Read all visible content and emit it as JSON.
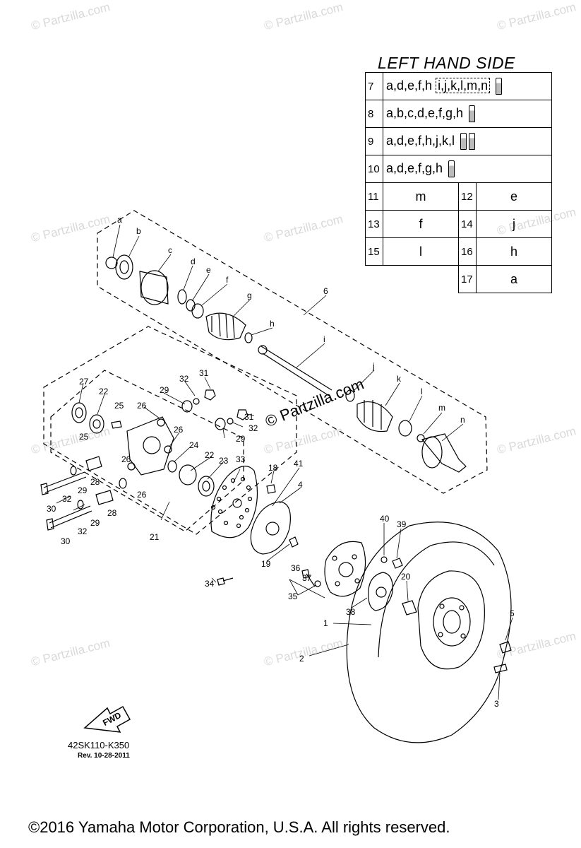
{
  "watermarks": [
    "© Partzilla.com",
    "© Partzilla.com",
    "© Partzilla.com",
    "© Partzilla.com",
    "© Partzilla.com",
    "© Partzilla.com",
    "© Partzilla.com",
    "© Partzilla.com",
    "© Partzilla.com",
    "© Partzilla.com",
    "© Partzilla.com",
    "© Partzilla.com"
  ],
  "center_watermark": "© Partzilla.com",
  "legend": {
    "title": "LEFT HAND SIDE",
    "rows": [
      {
        "num": "7",
        "parts": "a,d,e,f,h",
        "boxed": "i,j,k,l,m,n",
        "tubes": 1
      },
      {
        "num": "8",
        "parts": "a,b,c,d,e,f,g,h",
        "tubes": 1
      },
      {
        "num": "9",
        "parts": "a,d,e,f,h,j,k,l",
        "tubes": 2
      },
      {
        "num": "10",
        "parts": "a,d,e,f,g,h",
        "tubes": 1
      }
    ],
    "pairs": [
      {
        "n1": "11",
        "v1": "m",
        "n2": "12",
        "v2": "e"
      },
      {
        "n1": "13",
        "v1": "f",
        "n2": "14",
        "v2": "j"
      },
      {
        "n1": "15",
        "v1": "l",
        "n2": "16",
        "v2": "h"
      }
    ],
    "last": {
      "num": "17",
      "val": "a"
    }
  },
  "callouts": {
    "a": "a",
    "b": "b",
    "c": "c",
    "d": "d",
    "e": "e",
    "f": "f",
    "g": "g",
    "h": "h",
    "i": "i",
    "j": "j",
    "k": "k",
    "l": "l",
    "m": "m",
    "n": "n",
    "p1": "1",
    "p2": "2",
    "p3": "3",
    "p4": "4",
    "p5": "5",
    "p6": "6",
    "p18": "18",
    "p19": "19",
    "p20": "20",
    "p21": "21",
    "p22a": "22",
    "p22b": "22",
    "p23": "23",
    "p24": "24",
    "p25a": "25",
    "p25b": "25",
    "p26a": "26",
    "p26b": "26",
    "p26c": "26",
    "p26d": "26",
    "p27": "27",
    "p28a": "28",
    "p28b": "28",
    "p29a": "29",
    "p29b": "29",
    "p29c": "29",
    "p29d": "29",
    "p30a": "30",
    "p30b": "30",
    "p31a": "31",
    "p31b": "31",
    "p32a": "32",
    "p32b": "32",
    "p32c": "32",
    "p32d": "32",
    "p33": "33",
    "p34": "34",
    "p35": "35",
    "p36": "36",
    "p37": "37",
    "p38": "38",
    "p39": "39",
    "p40": "40",
    "p41": "41"
  },
  "fwd_label": "FWD",
  "drawing_code": "42SK110-K350",
  "revision": "Rev. 10-28-2011",
  "copyright": "©2016 Yamaha Motor Corporation, U.S.A. All rights reserved."
}
